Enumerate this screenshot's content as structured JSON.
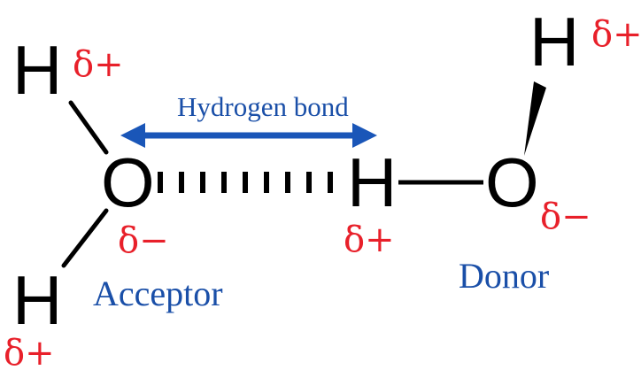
{
  "atoms": {
    "acceptor_h_top": "H",
    "acceptor_o": "O",
    "acceptor_h_bottom": "H",
    "donor_h_bridge": "H",
    "donor_o": "O",
    "donor_h_top": "H"
  },
  "charges": {
    "acceptor_h_top": "δ+",
    "acceptor_o": "δ−",
    "acceptor_h_bottom": "δ+",
    "donor_h_bridge": "δ+",
    "donor_o": "δ−",
    "donor_h_top": "δ+"
  },
  "labels": {
    "hydrogen_bond": "Hydrogen bond",
    "acceptor": "Acceptor",
    "donor": "Donor"
  },
  "colors": {
    "charge": "#e8202a",
    "label": "#1a4fa8",
    "arrow": "#1a56b8",
    "bond": "#000000"
  }
}
